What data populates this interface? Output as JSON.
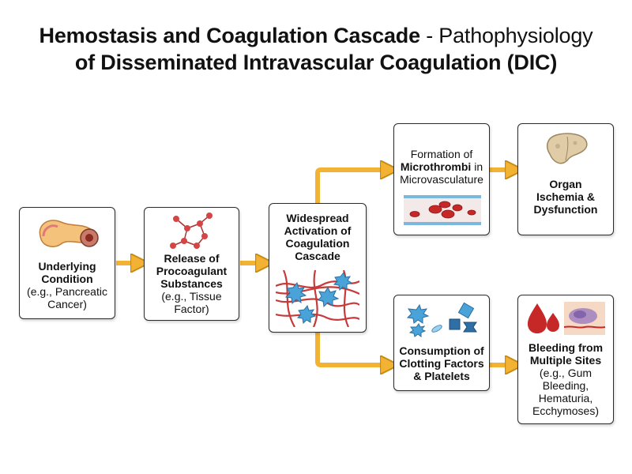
{
  "title": {
    "bold_1": "Hemostasis and Coagulation Cascade",
    "sep": " - ",
    "light_1": "Pathophysiology",
    "line_2": "of Disseminated Intravascular Coagulation (DIC)"
  },
  "nodes": {
    "underlying": {
      "bold": [
        "Underlying",
        "Condition"
      ],
      "normal": [
        "(e.g., Pancreatic",
        "Cancer)"
      ]
    },
    "release": {
      "bold": [
        "Release of",
        "Procoagulant",
        "Substances"
      ],
      "normal": [
        "(e.g., Tissue",
        "Factor)"
      ]
    },
    "activation": {
      "bold": [
        "Widespread",
        "Activation of",
        "Coagulation",
        "Cascade"
      ]
    },
    "microthrombi": {
      "line1": "Formation of",
      "bold": "Microthrombi",
      "after_bold": " in",
      "line3": "Microvasculature"
    },
    "organ": {
      "bold": [
        "Organ",
        "Ischemia &",
        "Dysfunction"
      ]
    },
    "consumption": {
      "bold": [
        "Consumption of",
        "Clotting Factors",
        "& Platelets"
      ]
    },
    "bleeding": {
      "bold": [
        "Bleeding from",
        "Multiple Sites"
      ],
      "normal": [
        "(e.g., Gum",
        "Bleeding,",
        "Hematuria,",
        "Ecchymoses)"
      ]
    }
  },
  "colors": {
    "arrow": "#f2b233",
    "arrow_stroke": "#c98a12",
    "border": "#2a2a2a",
    "blood": "#c62828",
    "cell_blue": "#4aa3d8",
    "organ_tan": "#e0cda8"
  }
}
